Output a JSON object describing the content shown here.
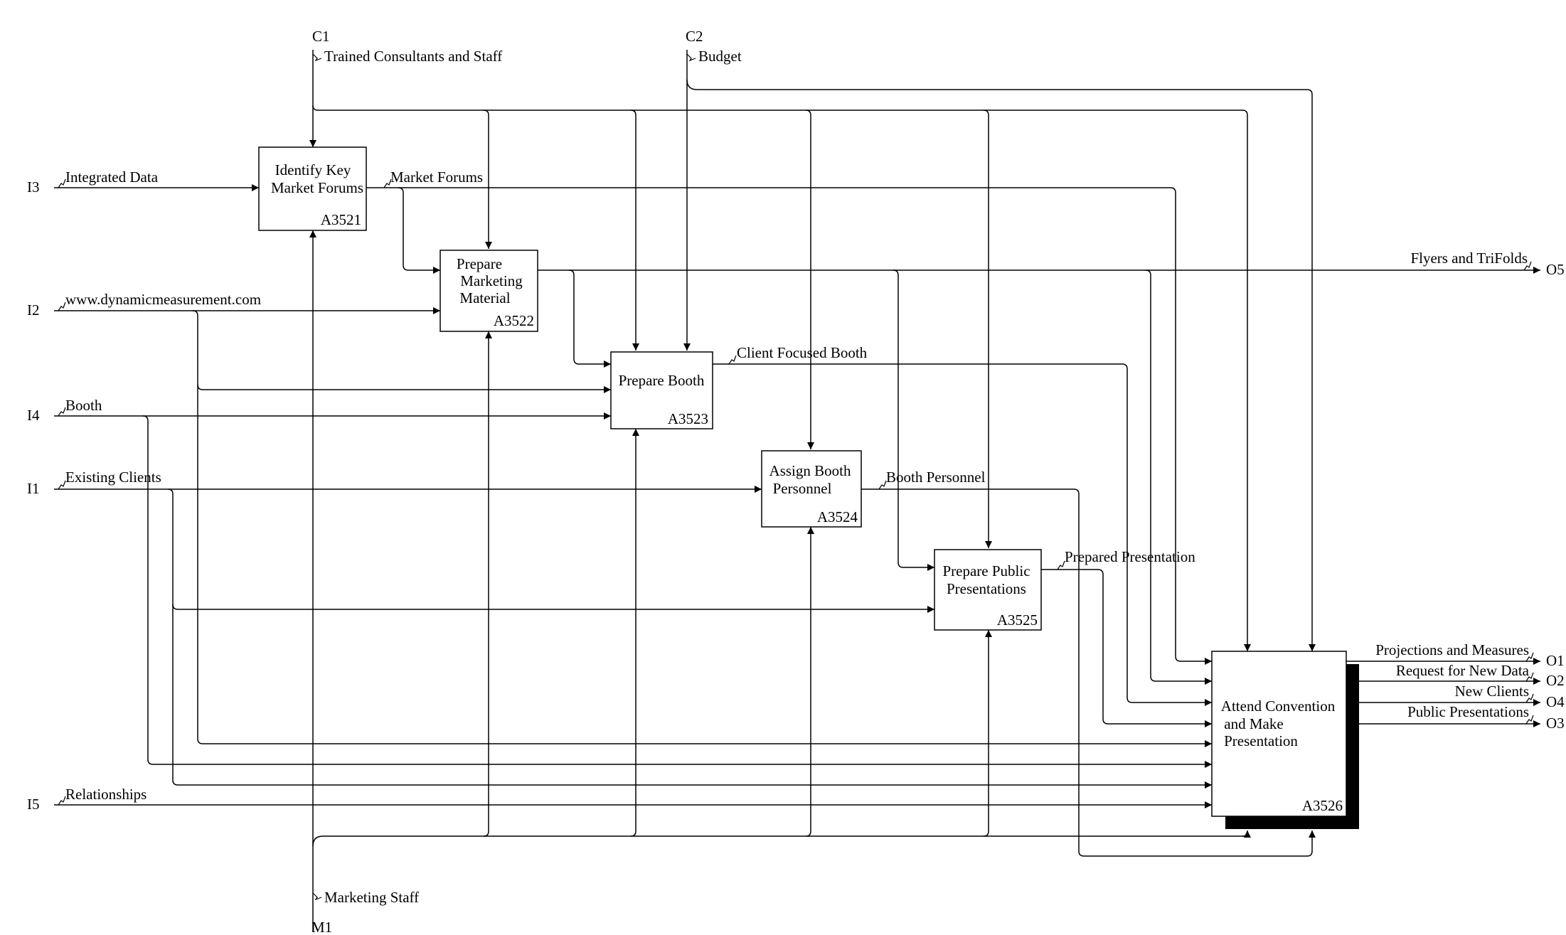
{
  "boxes": [
    {
      "id": "A3521",
      "title_lines": [
        "Identify Key",
        "Market Forums"
      ],
      "number": "A3521"
    },
    {
      "id": "A3522",
      "title_lines": [
        "Prepare",
        "Marketing",
        "Material"
      ],
      "number": "A3522"
    },
    {
      "id": "A3523",
      "title_lines": [
        "Prepare Booth"
      ],
      "number": "A3523"
    },
    {
      "id": "A3524",
      "title_lines": [
        "Assign Booth",
        "Personnel"
      ],
      "number": "A3524"
    },
    {
      "id": "A3525",
      "title_lines": [
        "Prepare Public",
        "Presentations"
      ],
      "number": "A3525"
    },
    {
      "id": "A3526",
      "title_lines": [
        "Attend Convention",
        "and Make",
        "Presentation"
      ],
      "number": "A3526"
    }
  ],
  "ports": {
    "c1": "C1",
    "c2": "C2",
    "m1": "M1",
    "i1": "I1",
    "i2": "I2",
    "i3": "I3",
    "i4": "I4",
    "i5": "I5",
    "o1": "O1",
    "o2": "O2",
    "o3": "O3",
    "o4": "O4",
    "o5": "O5"
  },
  "arrow_labels": {
    "trained_consultants": "Trained Consultants and Staff",
    "budget": "Budget",
    "integrated_data": "Integrated Data",
    "market_forums": "Market Forums",
    "website": "www.dynamicmeasurement.com",
    "flyers": "Flyers and TriFolds",
    "client_focused_booth": "Client Focused Booth",
    "booth": "Booth",
    "existing_clients": "Existing Clients",
    "booth_personnel": "Booth Personnel",
    "prepared_presentation": "Prepared Presentation",
    "relationships": "Relationships",
    "marketing_staff": "Marketing Staff",
    "projections": "Projections and Measures",
    "request_data": "Request for New Data",
    "new_clients": "New Clients",
    "public_presentations": "Public Presentations"
  }
}
